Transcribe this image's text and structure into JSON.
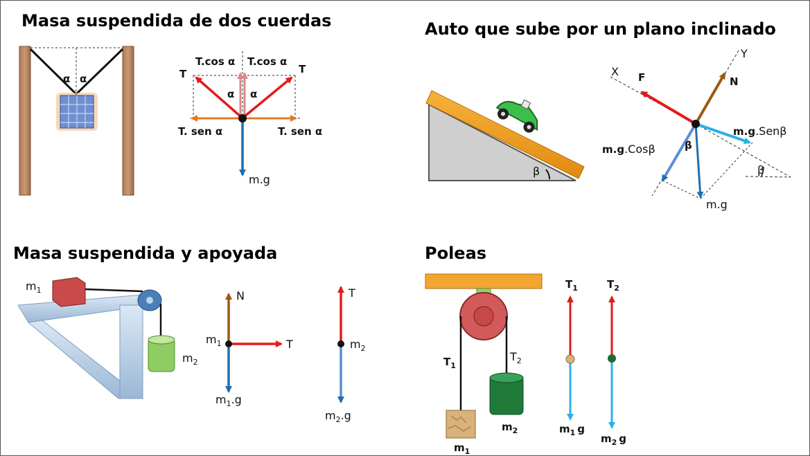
{
  "titles": {
    "top_left": "Masa suspendida  de dos cuerdas",
    "top_right": "Auto que sube por un plano inclinado",
    "bottom_left": "Masa suspendida y apoyada",
    "bottom_right": "Poleas"
  },
  "two_ropes": {
    "alpha": "α",
    "T": "T",
    "t_cos": "T.cos α",
    "t_sen": "T. sen α",
    "weight": "m.g"
  },
  "incline": {
    "beta": "β",
    "axis_x": "X",
    "axis_y": "Y",
    "force_f": "F",
    "normal": "N",
    "cos_comp_a": "m.g",
    "cos_comp_b": ".Cosβ",
    "sen_comp_a": "m.g",
    "sen_comp_b": ".Senβ",
    "weight": "m.g"
  },
  "table": {
    "m": "m",
    "s1": "1",
    "s2": "2",
    "N": "N",
    "T": "T",
    "dot_g": ".g"
  },
  "pulleys": {
    "T": "T",
    "s1": "1",
    "s2": "2",
    "m": "m",
    "g": "g"
  },
  "colors": {
    "red": "#e31b1b",
    "blue": "#1f6fb0",
    "light_blue": "#2bb0e8",
    "brown": "#9a5a12",
    "orange": "#e07a1e",
    "pink": "#d98a8a"
  }
}
